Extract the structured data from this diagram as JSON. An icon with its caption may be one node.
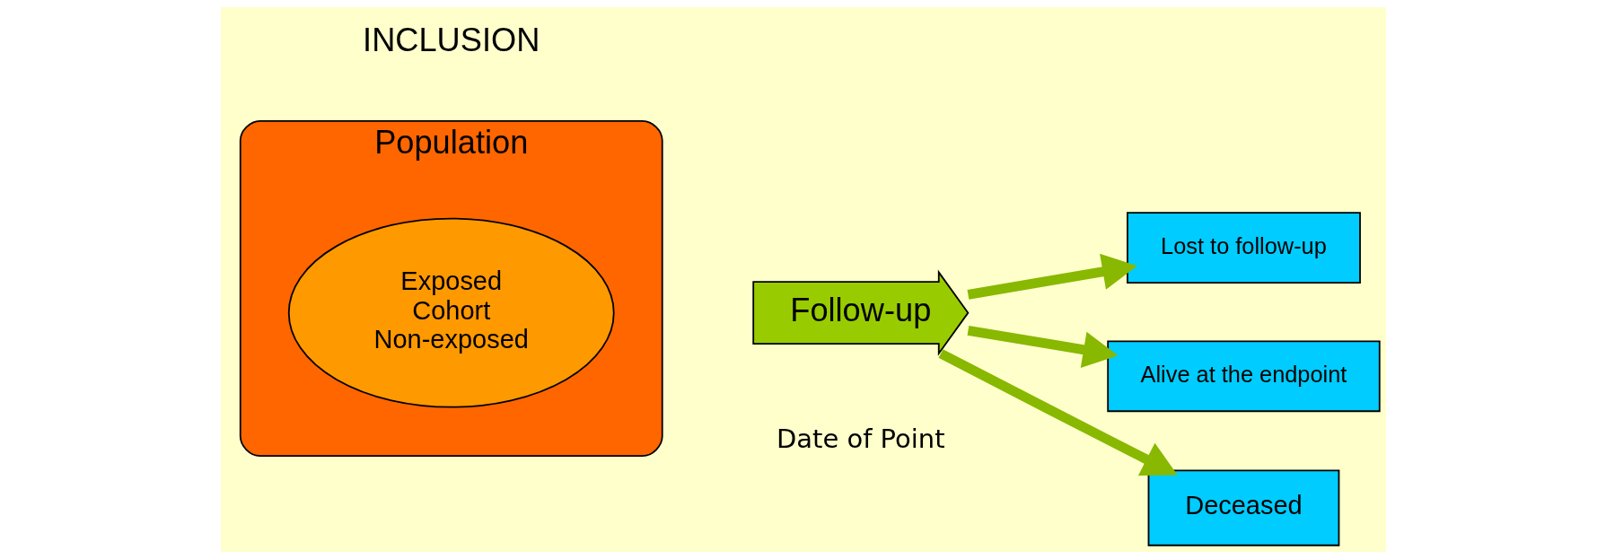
{
  "diagram": {
    "nodes": [
      {
        "text": [
          "Population"
        ]
      },
      {
        "text": [
          "Exposed",
          "Cohort",
          "Non-exposed"
        ],
        "in": 0
      },
      {
        "text": [
          "Follow-up"
        ]
      },
      {
        "text": [
          "Lost to follow-up"
        ]
      },
      {
        "text": [
          "Alive at the endpoint"
        ]
      },
      {
        "text": [
          "Deceased"
        ]
      }
    ],
    "edges": [
      {
        "from": 2,
        "to": 3,
        "arrow": "to"
      },
      {
        "from": 2,
        "to": 4,
        "arrow": "to"
      },
      {
        "from": 2,
        "to": 5,
        "arrow": "to"
      }
    ],
    "labels": [
      "INCLUSION",
      "Date of Point"
    ]
  }
}
